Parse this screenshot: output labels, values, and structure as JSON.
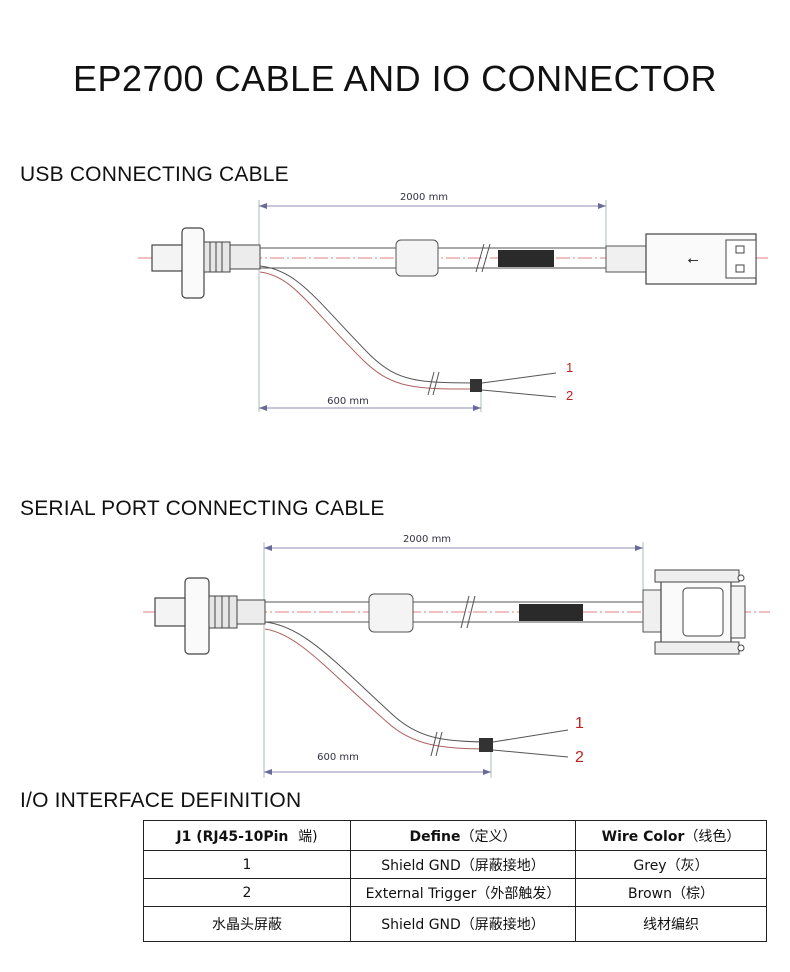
{
  "title": "EP2700 CABLE AND IO CONNECTOR",
  "usb": {
    "heading": "USB CONNECTING CABLE",
    "dim_long": "2000 mm",
    "dim_short": "600 mm",
    "wire1": "1",
    "wire2": "2"
  },
  "serial": {
    "heading": "SERIAL PORT CONNECTING CABLE",
    "dim_long": "2000 mm",
    "dim_short": "600 mm",
    "wire1": "1",
    "wire2": "2"
  },
  "io": {
    "heading": "I/O INTERFACE DEFINITION",
    "headers": [
      {
        "en": "J1 (RJ45-10Pin",
        "cn": "端)"
      },
      {
        "en": "Define",
        "cn": "（定义）"
      },
      {
        "en": "Wire Color",
        "cn": "（线色）"
      }
    ],
    "rows": [
      [
        "1",
        "Shield GND（屏蔽接地）",
        "Grey（灰）"
      ],
      [
        "2",
        "External Trigger（外部触发）",
        "Brown（棕）"
      ],
      [
        "水晶头屏蔽",
        "Shield GND（屏蔽接地）",
        "线材编织"
      ]
    ]
  }
}
